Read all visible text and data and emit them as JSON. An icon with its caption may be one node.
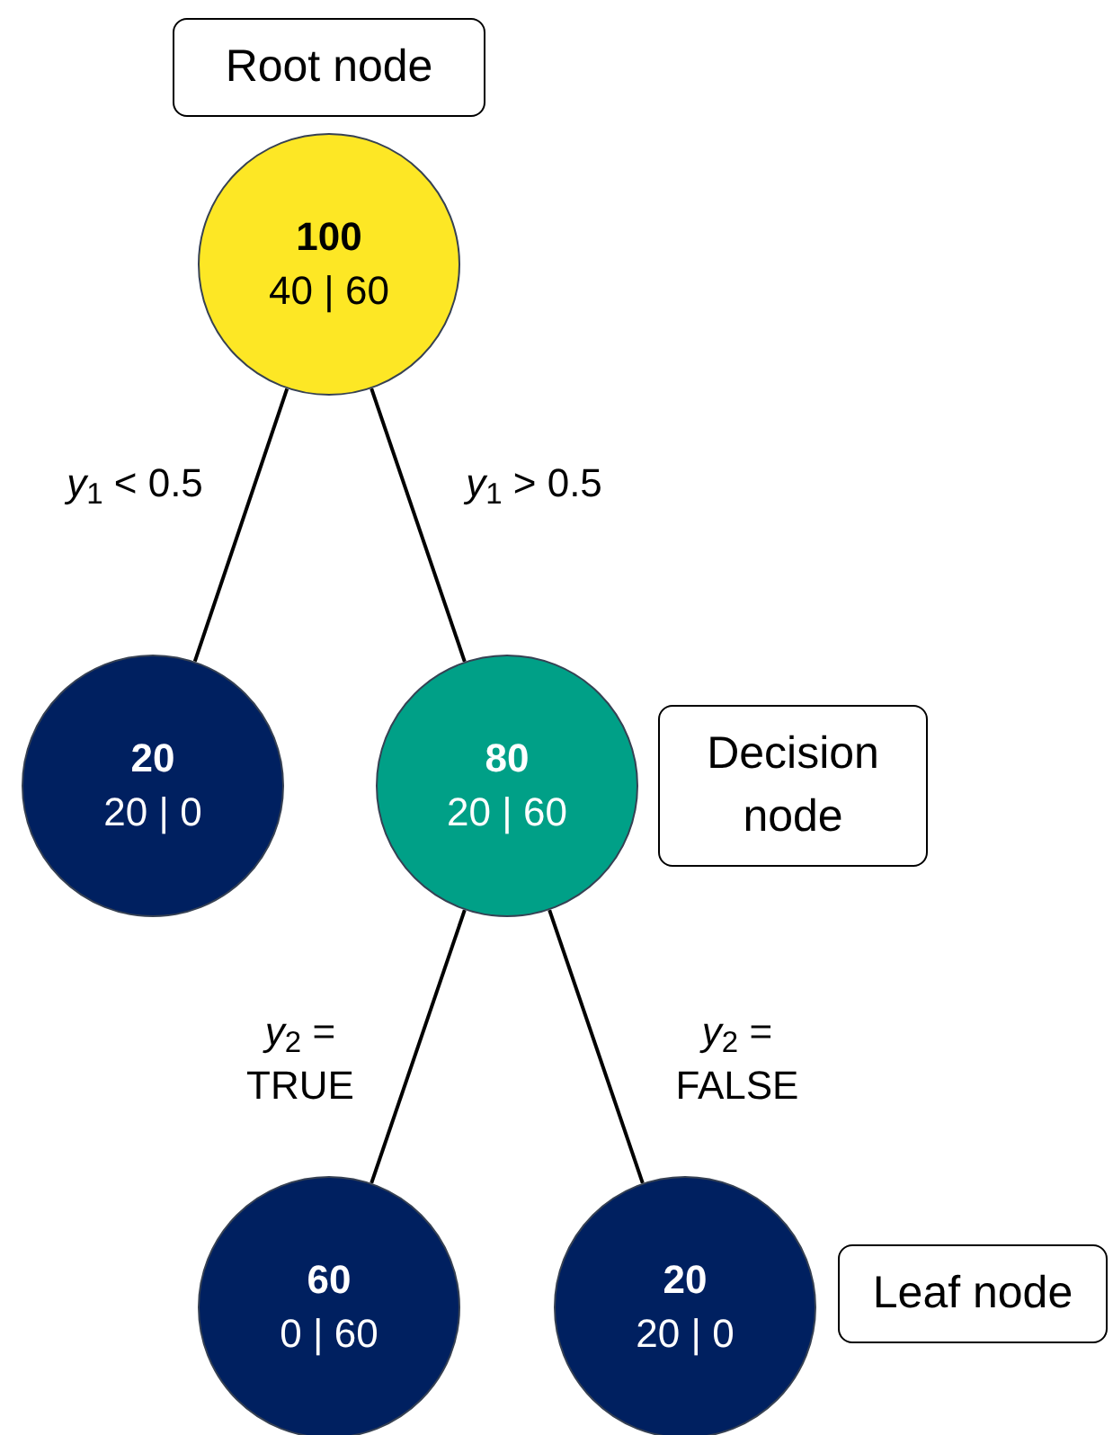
{
  "diagram": {
    "nodes": [
      {
        "text": [
          "Root node"
        ]
      },
      {
        "text": [
          "100",
          "40 | 60"
        ]
      },
      {
        "text": [
          "20",
          "20 | 0"
        ]
      },
      {
        "text": [
          "80",
          "20 | 60"
        ]
      },
      {
        "text": [
          "Decision node"
        ]
      },
      {
        "text": [
          "60",
          "0 | 60"
        ]
      },
      {
        "text": [
          "20",
          "20 | 0"
        ]
      },
      {
        "text": [
          "Leaf node"
        ]
      }
    ],
    "edges": [
      {
        "from": 1,
        "to": 2,
        "arrow": "none",
        "label": "*y*$_{1}$ < 0.5"
      },
      {
        "from": 1,
        "to": 3,
        "arrow": "none",
        "label": "*y*$_{1}$ > 0.5"
      },
      {
        "from": 3,
        "to": 5,
        "arrow": "none",
        "label": "*y*$_{2}$ = TRUE"
      },
      {
        "from": 3,
        "to": 6,
        "arrow": "none",
        "label": "*y*$_{2}$ = FALSE"
      }
    ]
  }
}
